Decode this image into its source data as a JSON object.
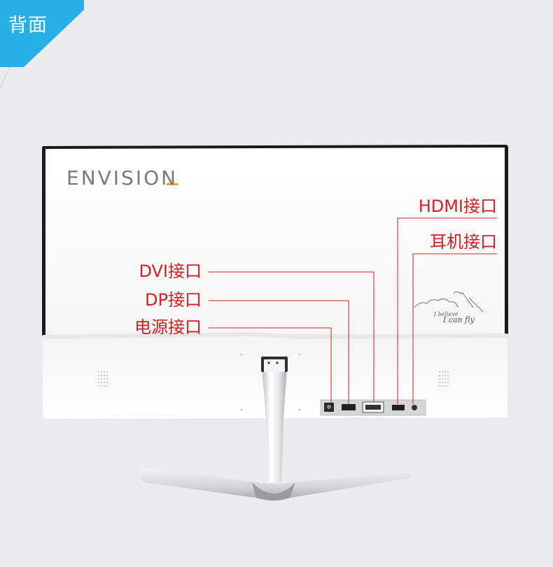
{
  "section_tag": {
    "label": "背面",
    "color": "#29aee6"
  },
  "brand": {
    "name": "ENVISION",
    "accent_color": "#f0a020"
  },
  "slogan": {
    "line1": "I believe",
    "line2": "I can fly"
  },
  "callouts": [
    {
      "id": "hdmi",
      "label": "HDMI接口"
    },
    {
      "id": "headphone",
      "label": "耳机接口"
    },
    {
      "id": "dvi",
      "label": "DVI接口"
    },
    {
      "id": "dp",
      "label": "DP接口"
    },
    {
      "id": "power",
      "label": "电源接口"
    }
  ],
  "colors": {
    "callout_red": "#d42121",
    "background": "#ececee"
  }
}
